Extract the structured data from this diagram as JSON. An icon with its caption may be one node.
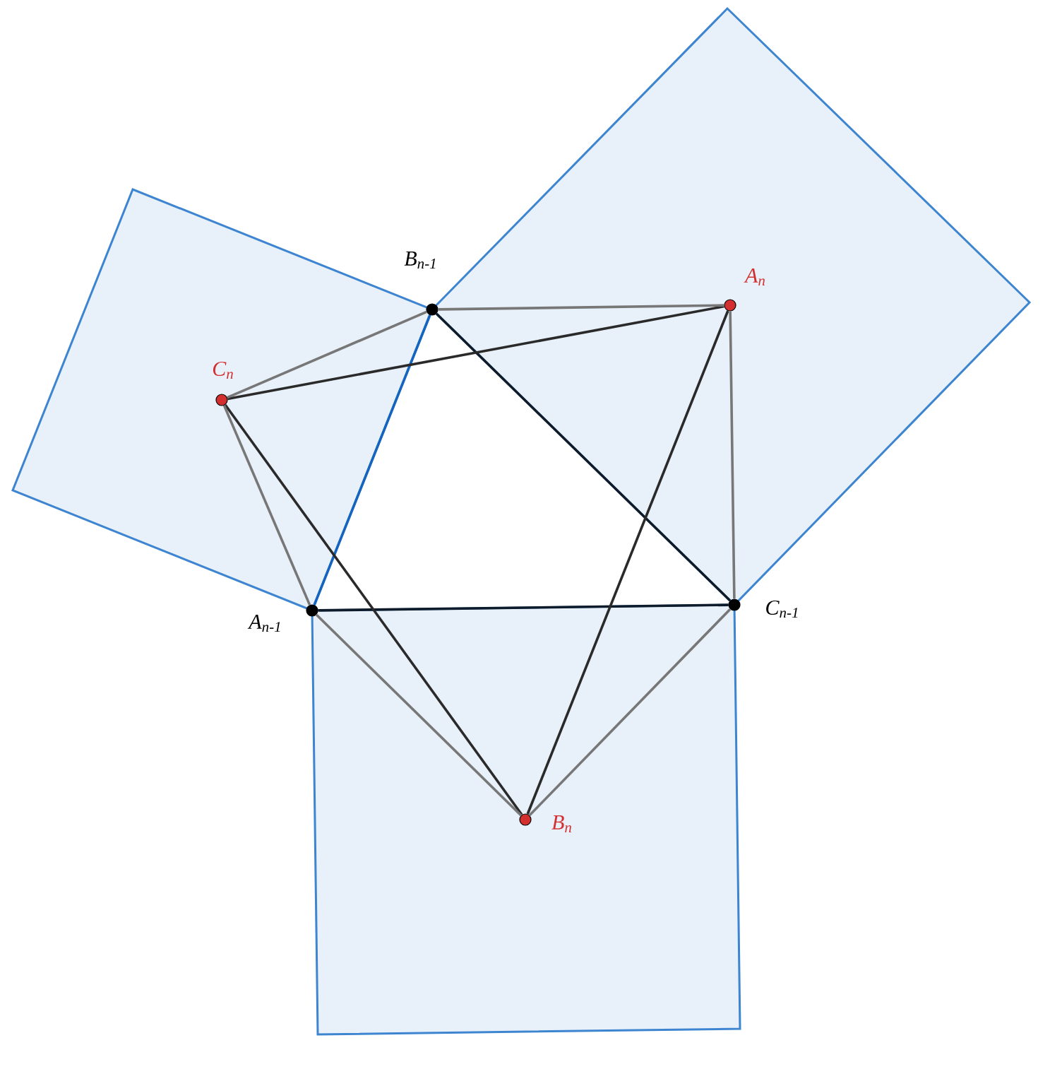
{
  "diagram": {
    "nodes": [
      {
        "text": [],
        "shape": "circle",
        "beside": [
          "A$_{n-1}$"
        ]
      },
      {
        "text": [],
        "shape": "circle",
        "beside": [
          "B$_{n-1}$"
        ]
      },
      {
        "text": [],
        "shape": "circle",
        "beside": [
          "C$_{n-1}$"
        ]
      },
      {
        "text": [],
        "shape": "circle",
        "beside": [
          "A$_{n}$"
        ]
      },
      {
        "text": [],
        "shape": "circle",
        "beside": [
          "B$_{n}$"
        ]
      },
      {
        "text": [],
        "shape": "circle",
        "beside": [
          "C$_{n}$"
        ]
      }
    ],
    "edges": [
      {
        "from": 0,
        "to": 1,
        "arrow": "none",
        "color": "#1565c0"
      },
      {
        "from": 1,
        "to": 2,
        "arrow": "none",
        "color": "#0d1b2a"
      },
      {
        "from": 2,
        "to": 0,
        "arrow": "none",
        "color": "#0d1b2a"
      },
      {
        "from": 5,
        "to": 3,
        "arrow": "none"
      },
      {
        "from": 5,
        "to": 4,
        "arrow": "none"
      },
      {
        "from": 3,
        "to": 4,
        "arrow": "none"
      },
      {
        "from": 1,
        "to": 3,
        "arrow": "none",
        "color": "#777777"
      },
      {
        "from": 1,
        "to": 5,
        "arrow": "none",
        "color": "#777777"
      },
      {
        "from": 5,
        "to": 0,
        "arrow": "none",
        "color": "#777777"
      },
      {
        "from": 0,
        "to": 4,
        "arrow": "none",
        "color": "#777777"
      },
      {
        "from": 4,
        "to": 2,
        "arrow": "none",
        "color": "#777777"
      },
      {
        "from": 2,
        "to": 3,
        "arrow": "none",
        "color": "#777777"
      }
    ]
  }
}
